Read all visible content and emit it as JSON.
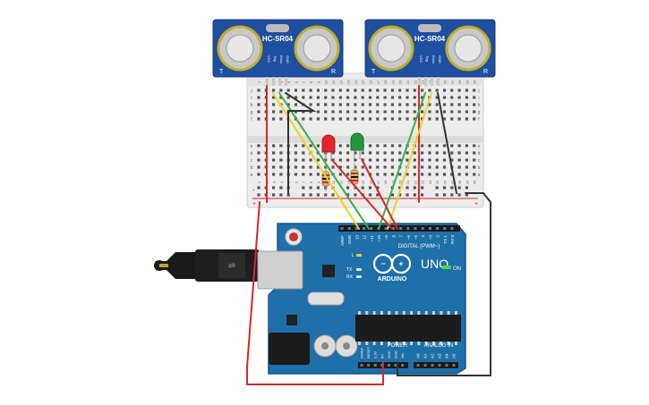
{
  "sensors": [
    {
      "model": "HC-SR04",
      "corner_left": "T",
      "corner_right": "R",
      "pins": [
        "VCC",
        "Trig",
        "Echo",
        "GND"
      ]
    },
    {
      "model": "HC-SR04",
      "corner_left": "T",
      "corner_right": "R",
      "pins": [
        "VCC",
        "Trig",
        "Echo",
        "GND"
      ]
    }
  ],
  "breadboard": {
    "column_numbers": [
      "1",
      "2",
      "3",
      "4",
      "5",
      "6",
      "7",
      "8",
      "9",
      "10",
      "11",
      "12",
      "13",
      "14",
      "15",
      "16",
      "17",
      "18",
      "19",
      "20",
      "21",
      "22",
      "23",
      "24",
      "25",
      "26",
      "27",
      "28",
      "29",
      "30"
    ],
    "row_letters_top": [
      "j",
      "i",
      "h",
      "g",
      "f"
    ],
    "row_letters_bottom": [
      "e",
      "d",
      "c",
      "b",
      "a"
    ],
    "rail_plus": "+",
    "rail_minus": "-"
  },
  "leds": [
    {
      "color_name": "red",
      "color": "#e0262b"
    },
    {
      "color_name": "green",
      "color": "#1f9a3a"
    }
  ],
  "arduino": {
    "brand": "ARDUINO",
    "model": "UNO",
    "digital_label": "DIGITAL (PWM~)",
    "power_label": "POWER",
    "analog_label": "ANALOG IN",
    "on_label": "ON",
    "led_l": "L",
    "led_tx": "TX",
    "led_rx": "RX",
    "digital_pins": [
      "AREF",
      "GND",
      "13",
      "12",
      "~11",
      "~10",
      "~9",
      "8",
      "7",
      "~6",
      "~5",
      "4",
      "~3",
      "2",
      "TX 1",
      "RX 0"
    ],
    "power_pins": [
      "IOREF",
      "RESET",
      "3.3V",
      "5V",
      "GND",
      "GND",
      "Vin"
    ],
    "analog_pins": [
      "A0",
      "A1",
      "A2",
      "A3",
      "A4",
      "A5"
    ],
    "board_color": "#1f6fa8"
  },
  "wire_colors": {
    "red": "#d7262a",
    "black": "#333333",
    "yellow": "#f0d21e",
    "green": "#3fae49"
  }
}
